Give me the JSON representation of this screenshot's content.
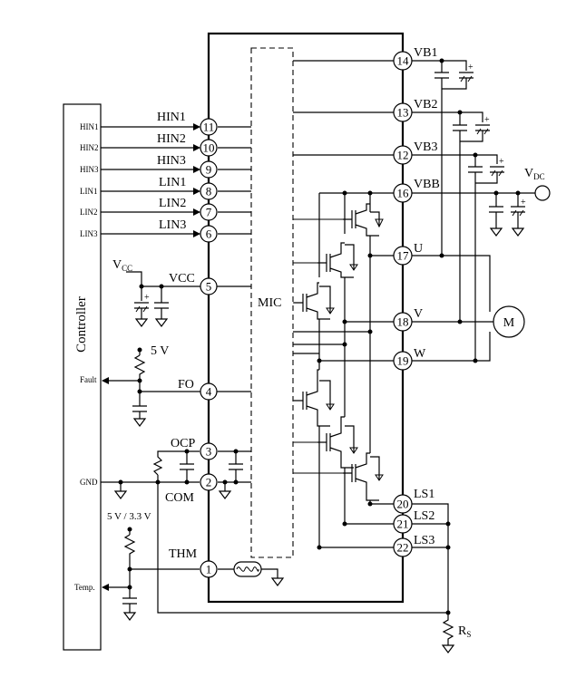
{
  "controller": {
    "title": "Controller",
    "signals": {
      "hin1": "HIN1",
      "hin2": "HIN2",
      "hin3": "HIN3",
      "lin1": "LIN1",
      "lin2": "LIN2",
      "lin3": "LIN3",
      "fault": "Fault",
      "gnd": "GND",
      "temp": "Temp."
    }
  },
  "ic": {
    "label": "MIC",
    "pins": {
      "p1": {
        "num": "1",
        "name": "THM"
      },
      "p2": {
        "num": "2",
        "name": "COM"
      },
      "p3": {
        "num": "3",
        "name": "OCP"
      },
      "p4": {
        "num": "4",
        "name": "FO"
      },
      "p5": {
        "num": "5",
        "name": "VCC"
      },
      "p6": {
        "num": "6",
        "name": "LIN3"
      },
      "p7": {
        "num": "7",
        "name": "LIN2"
      },
      "p8": {
        "num": "8",
        "name": "LIN1"
      },
      "p9": {
        "num": "9",
        "name": "HIN3"
      },
      "p10": {
        "num": "10",
        "name": "HIN2"
      },
      "p11": {
        "num": "11",
        "name": "HIN1"
      },
      "p12": {
        "num": "12",
        "name": "VB3"
      },
      "p13": {
        "num": "13",
        "name": "VB2"
      },
      "p14": {
        "num": "14",
        "name": "VB1"
      },
      "p16": {
        "num": "16",
        "name": "VBB"
      },
      "p17": {
        "num": "17",
        "name": "U"
      },
      "p18": {
        "num": "18",
        "name": "V"
      },
      "p19": {
        "num": "19",
        "name": "W"
      },
      "p20": {
        "num": "20",
        "name": "LS1"
      },
      "p21": {
        "num": "21",
        "name": "LS2"
      },
      "p22": {
        "num": "22",
        "name": "LS3"
      }
    }
  },
  "external": {
    "vcc": {
      "main": "V",
      "sub": "CC"
    },
    "vdc": {
      "main": "V",
      "sub": "DC"
    },
    "rs": {
      "main": "R",
      "sub": "S"
    },
    "pullup_fo": "5 V",
    "pullup_thm": "5 V / 3.3 V",
    "motor": "M"
  }
}
